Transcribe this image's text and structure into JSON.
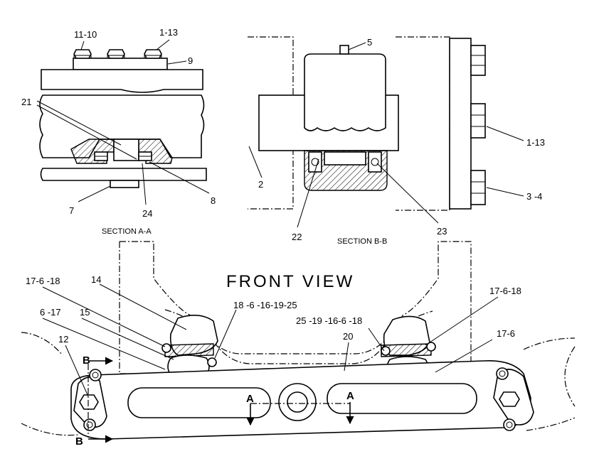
{
  "section_aa": {
    "caption": "SECTION  A-A",
    "callouts": {
      "c1110": "11-10",
      "c113": "1-13",
      "c9": "9",
      "c21": "21",
      "c8": "8",
      "c7": "7",
      "c24": "24"
    }
  },
  "section_bb": {
    "caption": "SECTION  B-B",
    "callouts": {
      "c5": "5",
      "c113": "1-13",
      "c34": "3 -4",
      "c2": "2",
      "c22": "22",
      "c23": "23"
    }
  },
  "front_view": {
    "title": "FRONT  VIEW",
    "callouts": {
      "c17618_left": "17-6 -18",
      "c14": "14",
      "c617": "6 -17",
      "c15": "15",
      "c12": "12",
      "c186161925": "18 -6 -16-19-25",
      "c251916618": "25 -19 -16-6 -18",
      "c20": "20",
      "c17618_right": "17-6-18",
      "c176": "17-6"
    },
    "section_markers": {
      "a_left": "A",
      "a_right": "A",
      "b_top": "B",
      "b_bottom": "B"
    }
  }
}
